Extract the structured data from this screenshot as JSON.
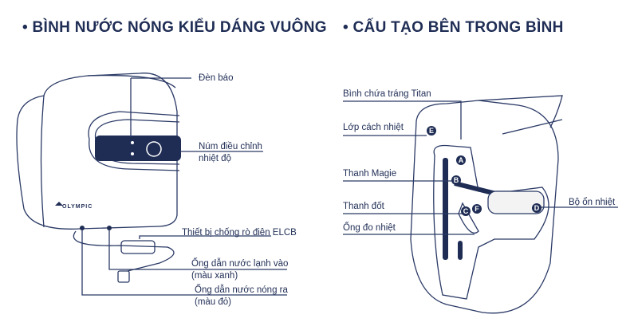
{
  "left_section": {
    "title": "•  BÌNH NƯỚC NÓNG KIỂU DÁNG VUÔNG",
    "brand_logo": "OLYMPIC",
    "labels": {
      "indicator_light": "Đèn báo",
      "temp_knob_1": "Núm điều chỉnh",
      "temp_knob_2": "nhiệt độ",
      "elcb": "Thiết bị chống rò điện ELCB",
      "cold_pipe_1": "Ống dẫn nước lạnh vào",
      "cold_pipe_2": "(màu xanh)",
      "hot_pipe_1": "Ống dẫn nước nóng ra",
      "hot_pipe_2": "(màu đỏ)"
    }
  },
  "right_section": {
    "title": "•  CẤU TẠO BÊN TRONG BÌNH",
    "labels": {
      "tank": "Bình chứa tráng Titan",
      "insulation": "Lớp cách nhiệt",
      "magnesium": "Thanh Magie",
      "heater": "Thanh đốt",
      "thermo_tube": "Ống đo nhiệt",
      "thermostat": "Bộ ổn nhiệt"
    },
    "markers": [
      "A",
      "B",
      "C",
      "D",
      "E",
      "F"
    ]
  },
  "colors": {
    "navy": "#1f2d55",
    "line": "#2b3a66"
  }
}
